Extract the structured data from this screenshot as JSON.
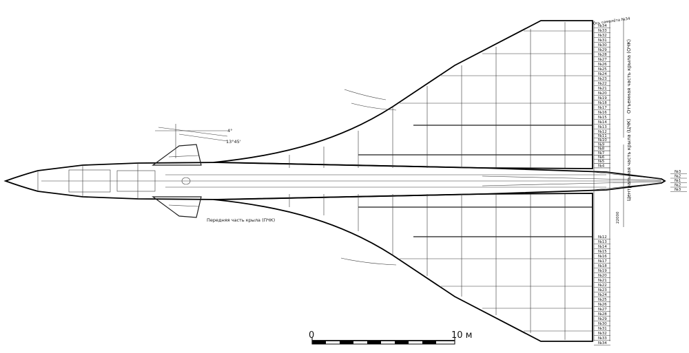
{
  "annotations": {
    "front_wing": "Передняя часть крыла (ПЧК)",
    "outer_wing": "Отъемная часть крыла (ОЧК)",
    "center_wing": "Центральная часть крыла (ЦЧК)",
    "aircraft_axis": "Ось самолёта №34",
    "angle_small": "4°",
    "angle_large": "13°45'",
    "dim_22000": "22000"
  },
  "scale": {
    "zero": "0",
    "ten": "10 м"
  },
  "ribs_upper": [
    "№34",
    "№33",
    "№32",
    "№31",
    "№30",
    "№29",
    "№28",
    "№27",
    "№26",
    "№25",
    "№24",
    "№23",
    "№22",
    "№21",
    "№20",
    "№19",
    "№18",
    "№17",
    "№16",
    "№15",
    "№14",
    "№13",
    "№12"
  ],
  "ribs_center": [
    "№11",
    "№10",
    "№9",
    "№8",
    "№7",
    "№6",
    "№5",
    "№4"
  ],
  "ribs_lower": [
    "№12",
    "№13",
    "№14",
    "№15",
    "№16",
    "№17",
    "№18",
    "№19",
    "№20",
    "№21",
    "№22",
    "№23",
    "№24",
    "№25",
    "№26",
    "№27",
    "№28",
    "№29",
    "№30",
    "№31",
    "№32",
    "№33",
    "№34"
  ],
  "tail_ribs": [
    "№3",
    "№2",
    "№1",
    "№2",
    "№3"
  ]
}
